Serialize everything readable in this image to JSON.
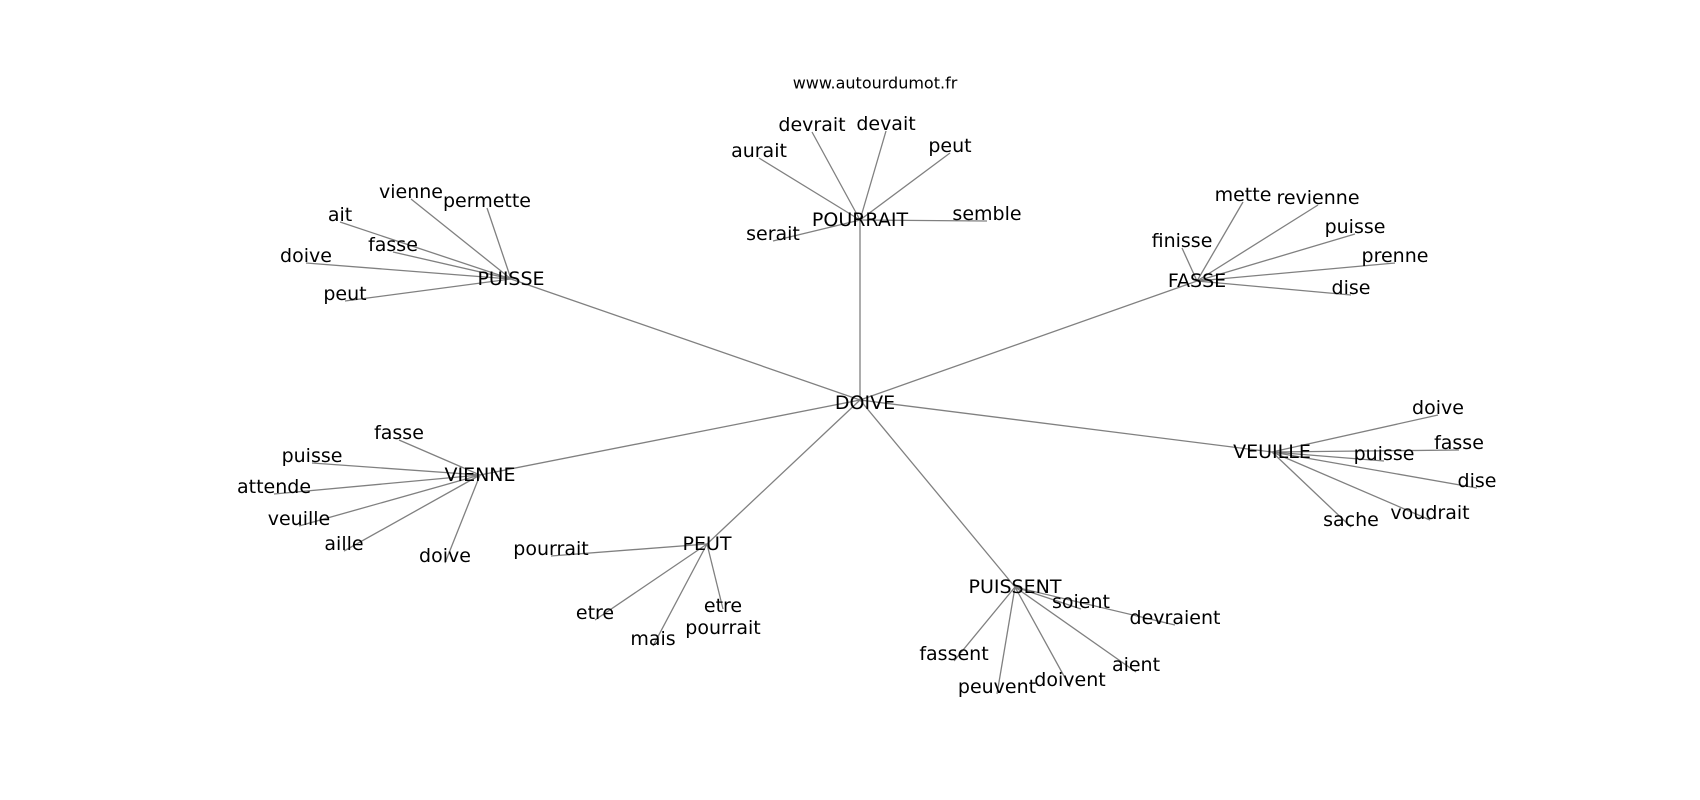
{
  "source": "www.autourdumot.fr",
  "root": "DOIVE",
  "hubs": [
    {
      "label": "POURRAIT",
      "words": [
        "devrait",
        "devait",
        "aurait",
        "peut",
        "semble",
        "serait"
      ]
    },
    {
      "label": "PUISSE",
      "words": [
        "vienne",
        "permette",
        "ait",
        "fasse",
        "doive",
        "peut"
      ]
    },
    {
      "label": "FASSE",
      "words": [
        "mette",
        "revienne",
        "finisse",
        "puisse",
        "prenne",
        "dise"
      ]
    },
    {
      "label": "VEUILLE",
      "words": [
        "doive",
        "fasse",
        "puisse",
        "dise",
        "voudrait",
        "sache"
      ]
    },
    {
      "label": "VIENNE",
      "words": [
        "fasse",
        "puisse",
        "attende",
        "veuille",
        "aille",
        "doive"
      ]
    },
    {
      "label": "PEUT",
      "words": [
        "pourrait",
        "etre",
        "mais",
        "etre\npourrait"
      ]
    },
    {
      "label": "PUISSENT",
      "words": [
        "soient",
        "devraient",
        "fassent",
        "aient",
        "peuvent",
        "doivent"
      ]
    }
  ]
}
